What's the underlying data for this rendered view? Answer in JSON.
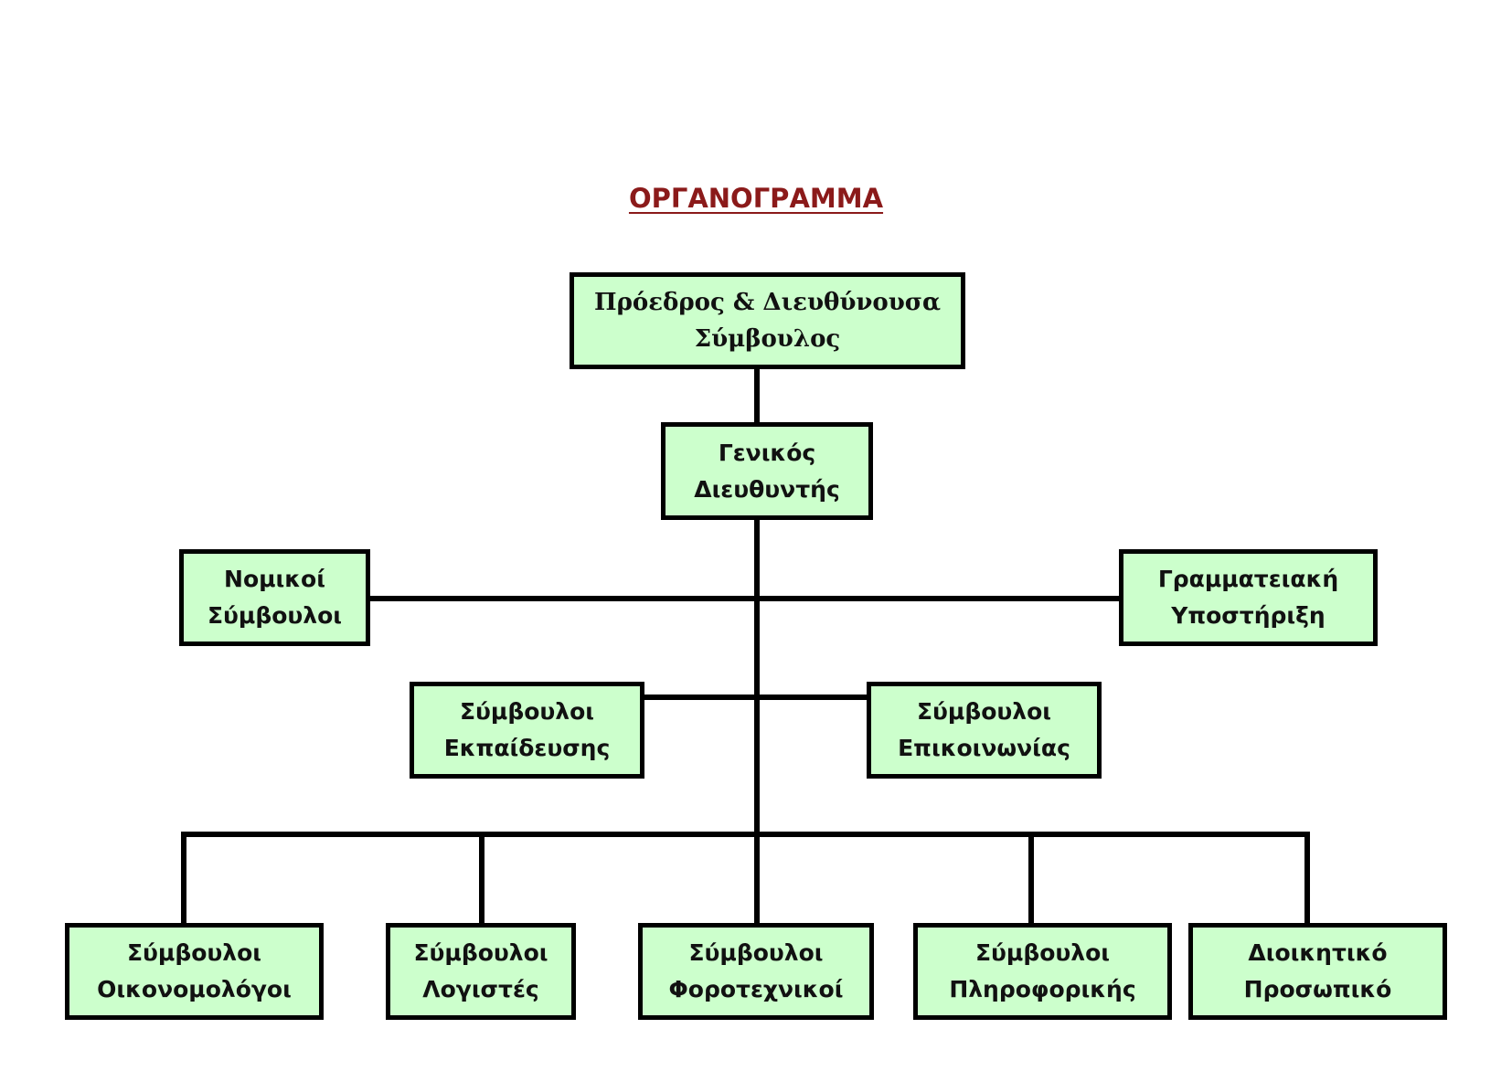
{
  "title": "ΟΡΓΑΝΟΓΡΑΜΜΑ",
  "colors": {
    "box_fill": "#ccffcc",
    "border": "#000000",
    "title": "#8b1a1a"
  },
  "nodes": {
    "president": {
      "line1": "Πρόεδρος & Διευθύνουσα",
      "line2": "Σύμβουλος"
    },
    "general_director": {
      "line1": "Γενικός",
      "line2": "Διευθυντής"
    },
    "legal": {
      "line1": "Νομικοί",
      "line2": "Σύμβουλοι"
    },
    "secretarial": {
      "line1": "Γραμματειακή",
      "line2": "Υποστήριξη"
    },
    "training": {
      "line1": "Σύμβουλοι",
      "line2": "Εκπαίδευσης"
    },
    "communication": {
      "line1": "Σύμβουλοι",
      "line2": "Επικοινωνίας"
    },
    "economists": {
      "line1": "Σύμβουλοι",
      "line2": "Οικονομολόγοι"
    },
    "accountants": {
      "line1": "Σύμβουλοι",
      "line2": "Λογιστές"
    },
    "tax": {
      "line1": "Σύμβουλοι",
      "line2": "Φοροτεχνικοί"
    },
    "it": {
      "line1": "Σύμβουλοι",
      "line2": "Πληροφορικής"
    },
    "admin": {
      "line1": "Διοικητικό",
      "line2": "Προσωπικό"
    }
  }
}
